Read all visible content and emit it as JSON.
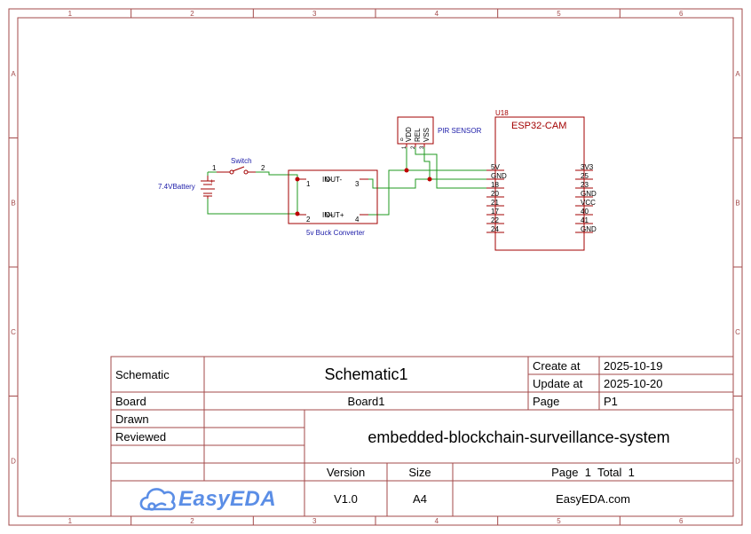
{
  "colors": {
    "frame": "#a34a4a",
    "wire": "#1f9a1f",
    "junction": "#c00000",
    "component": "#a30000",
    "label_blue": "#1a1aa8",
    "logo_blue": "#5b8ee6"
  },
  "frame": {
    "columns": [
      "1",
      "2",
      "3",
      "4",
      "5",
      "6"
    ],
    "rows": [
      "A",
      "B",
      "C",
      "D"
    ]
  },
  "schematic": {
    "battery": {
      "label": "7.4VBattery",
      "plus": "+"
    },
    "switch": {
      "label": "Switch",
      "pin1": "1",
      "pin2": "2"
    },
    "buck": {
      "label": "5v Buck Converter",
      "pins": [
        "1",
        "2",
        "3",
        "4"
      ],
      "pin_names": [
        "IN-",
        "IN+",
        "OUT-",
        "OUT+"
      ]
    },
    "pir": {
      "label": "PIR SENSOR",
      "pins": [
        "VDD",
        "REL",
        "VSS"
      ],
      "pin_numbers": [
        "1",
        "2",
        "3"
      ],
      "ref_mark": "o"
    },
    "esp32": {
      "ref": "U18",
      "name": "ESP32-CAM",
      "left_pins": [
        "5V",
        "GND",
        "18",
        "20",
        "21",
        "17",
        "22",
        "24"
      ],
      "right_pins": [
        "3V3",
        "25",
        "23",
        "GND",
        "VCC",
        "40",
        "41",
        "GND"
      ]
    }
  },
  "title_block": {
    "schematic_label": "Schematic",
    "schematic_value": "Schematic1",
    "create_label": "Create at",
    "create_value": "2025-10-19",
    "update_label": "Update at",
    "update_value": "2025-10-20",
    "board_label": "Board",
    "board_value": "Board1",
    "page_label": "Page",
    "page_value": "P1",
    "drawn_label": "Drawn",
    "reviewed_label": "Reviewed",
    "project": "embedded-blockchain-surveillance-system",
    "version_label": "Version",
    "version_value": "V1.0",
    "size_label": "Size",
    "size_value": "A4",
    "page_total": "Page  1  Total  1",
    "site": "EasyEDA.com",
    "logo_text": "EasyEDA"
  }
}
